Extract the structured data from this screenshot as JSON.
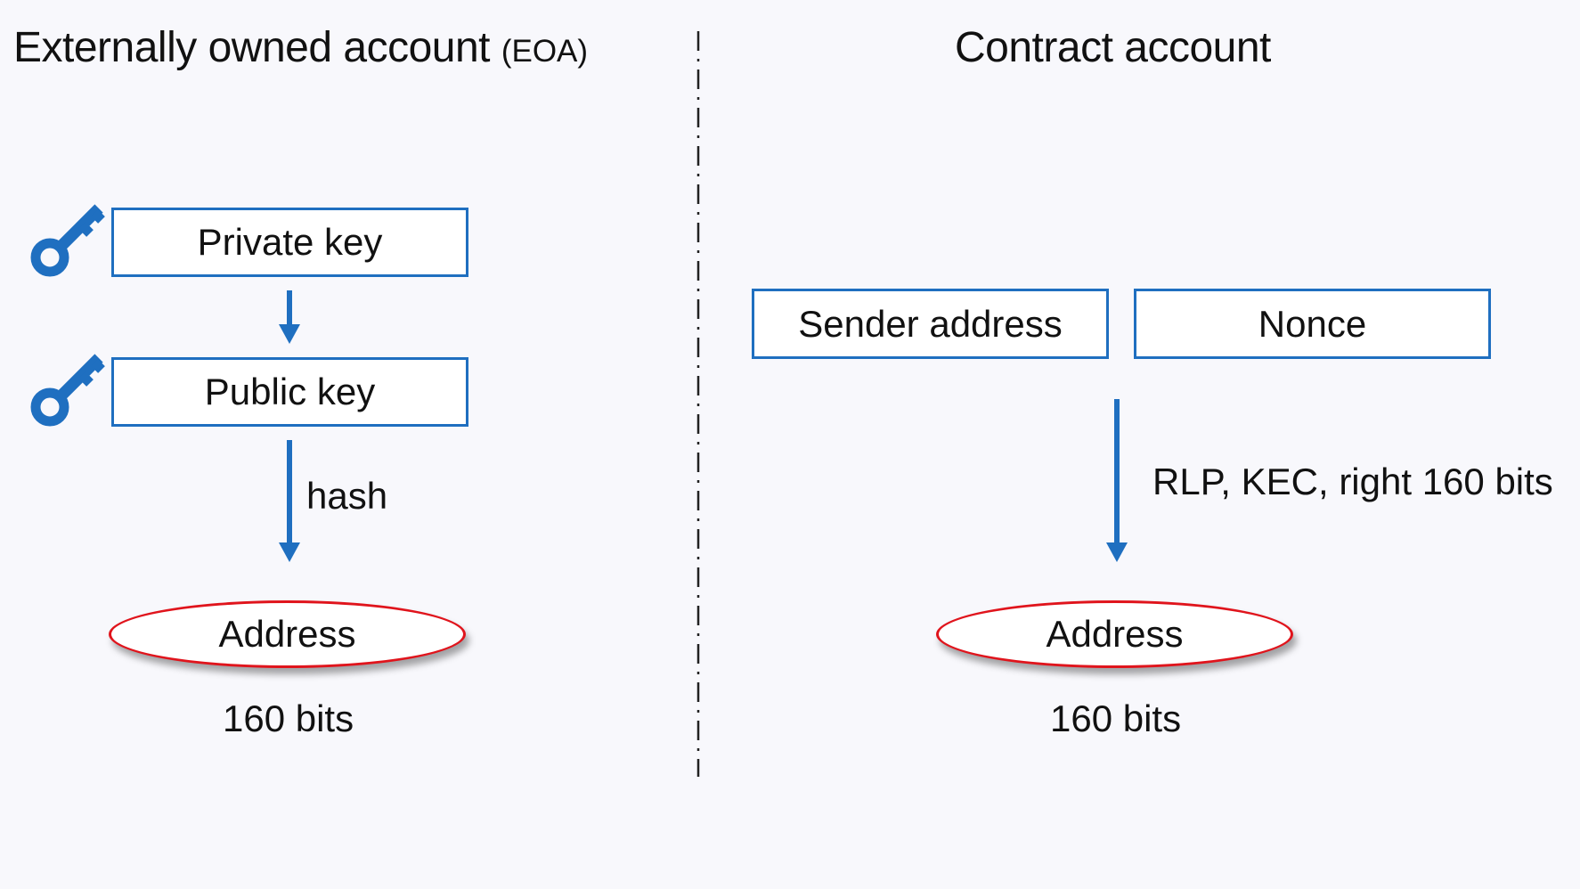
{
  "eoa": {
    "title": "Externally owned account",
    "title_suffix": "(EOA)",
    "private_key_label": "Private key",
    "public_key_label": "Public key",
    "hash_label": "hash",
    "address_label": "Address",
    "bits_label": "160 bits"
  },
  "contract": {
    "title": "Contract account",
    "sender_label": "Sender address",
    "nonce_label": "Nonce",
    "derivation_label": "RLP, KEC, right 160 bits",
    "address_label": "Address",
    "bits_label": "160 bits"
  },
  "colors": {
    "box_border": "#1f6fc0",
    "arrow": "#1f6fc0",
    "key_icon": "#1f6fc0",
    "ellipse_border": "#e0141c",
    "background": "#f8f8fc"
  },
  "icons": [
    "key-icon"
  ]
}
